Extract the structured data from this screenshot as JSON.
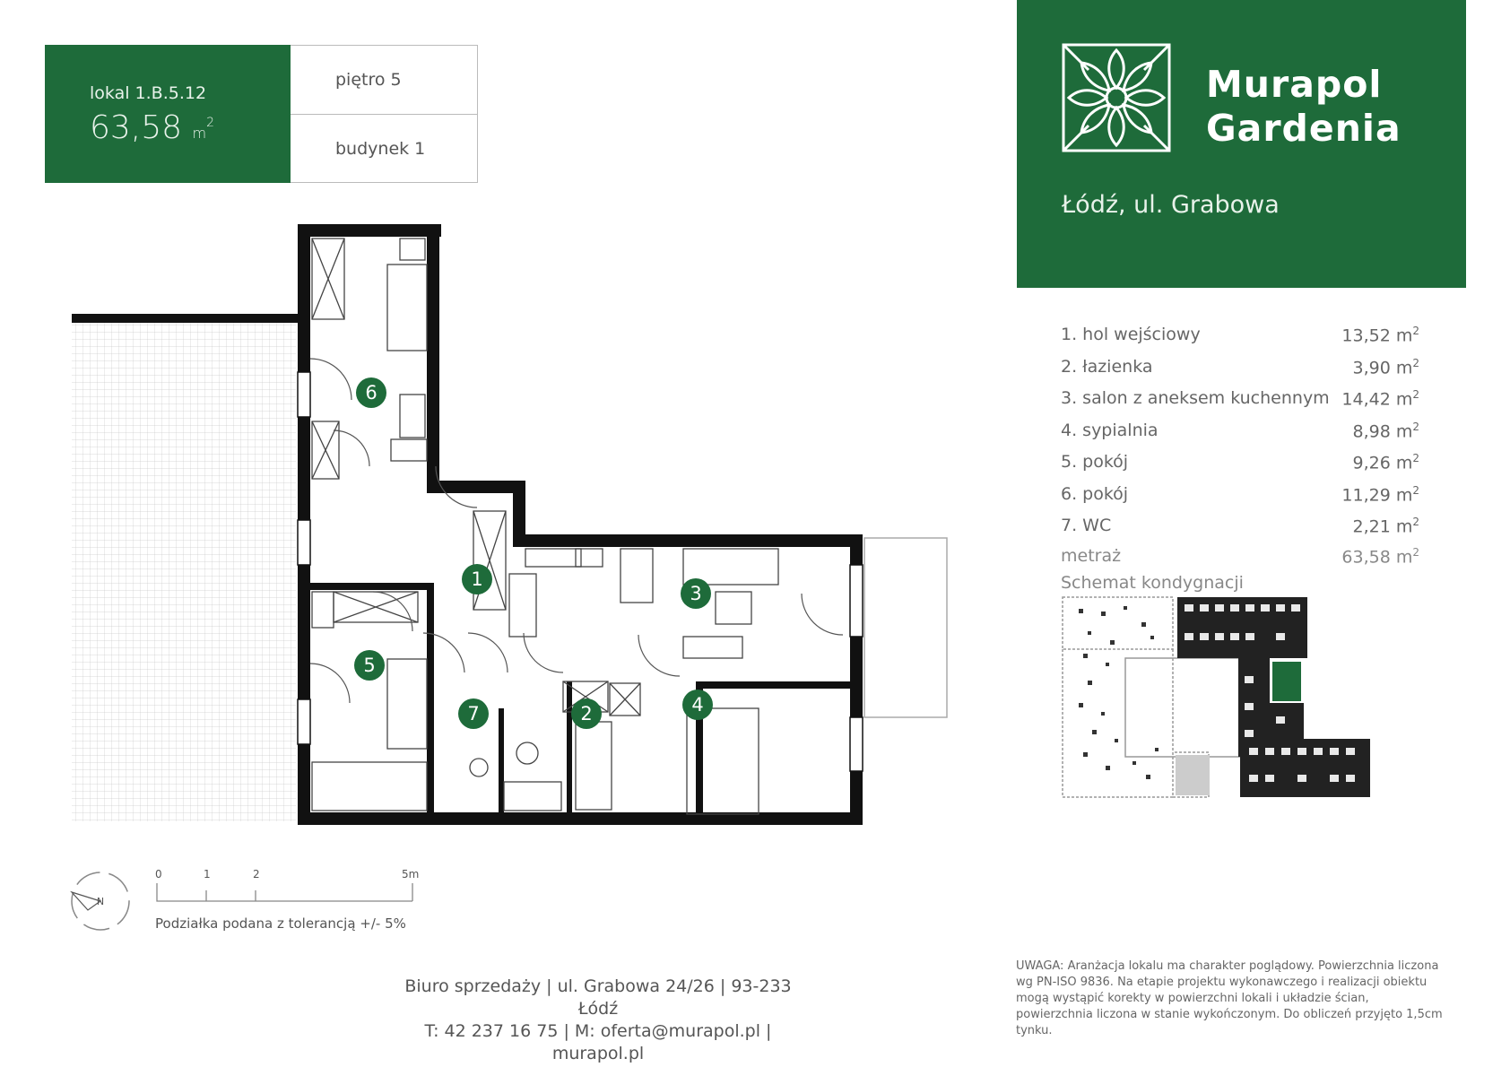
{
  "unit": {
    "code": "lokal 1.B.5.12",
    "area": "63,58",
    "area_unit": "m",
    "area_exp": "2"
  },
  "meta": {
    "floor": "piętro 5",
    "building": "budynek 1"
  },
  "brand": {
    "name_line1": "Murapol",
    "name_line2": "Gardenia",
    "location": "Łódź, ul. Grabowa",
    "color": "#1e6b3a"
  },
  "rooms": [
    {
      "label": "1. hol wejściowy",
      "area": "13,52 m",
      "exp": "2"
    },
    {
      "label": "2. łazienka",
      "area": "3,90 m",
      "exp": "2"
    },
    {
      "label": "3. salon z aneksem kuchennym",
      "area": "14,42 m",
      "exp": "2"
    },
    {
      "label": "4. sypialnia",
      "area": "8,98 m",
      "exp": "2"
    },
    {
      "label": "5. pokój",
      "area": "9,26 m",
      "exp": "2"
    },
    {
      "label": "6. pokój",
      "area": "11,29 m",
      "exp": "2"
    },
    {
      "label": "7. WC",
      "area": "2,21 m",
      "exp": "2"
    }
  ],
  "total": {
    "label": "metraż",
    "area": "63,58 m",
    "exp": "2"
  },
  "schema_label": "Schemat kondygnacji",
  "plan_numbers": [
    "1",
    "2",
    "3",
    "4",
    "5",
    "6",
    "7"
  ],
  "scale": {
    "ticks": [
      "0",
      "1",
      "2",
      "5m"
    ],
    "note": "Podziałka podana z tolerancją +/- 5%",
    "compass_letter": "N"
  },
  "footer": {
    "line1": "Biuro sprzedaży | ul. Grabowa 24/26  | 93-233 Łódź",
    "line2": "T: 42 237 16 75 | M: oferta@murapol.pl | murapol.pl"
  },
  "disclaimer": "UWAGA: Aranżacja lokalu ma charakter poglądowy. Powierzchnia liczona wg PN-ISO 9836. Na etapie projektu wykonawczego i realizacji obiektu mogą wystąpić korekty w powierzchni lokali i układzie ścian, powierzchnia liczona w stanie wykończonym. Do obliczeń przyjęto 1,5cm tynku."
}
